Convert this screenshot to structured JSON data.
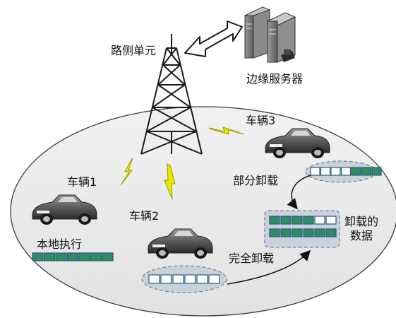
{
  "labels": {
    "rsu": "路侧单元",
    "edge_server": "边缘服务器",
    "vehicle1": "车辆1",
    "vehicle2": "车辆2",
    "vehicle3": "车辆3",
    "local_exec": "本地执行",
    "partial_offload": "部分卸载",
    "full_offload": "完全卸载",
    "offloaded_data": "卸载的\n数据"
  },
  "task_queues": {
    "local": [
      "green",
      "green",
      "green",
      "green",
      "green",
      "green",
      "green"
    ],
    "vehicle2": [
      "white",
      "white",
      "white",
      "white",
      "white",
      "white"
    ],
    "vehicle3": [
      "white",
      "white",
      "white",
      "white",
      "green",
      "green",
      "green"
    ],
    "offloaded_row1": [
      "green",
      "green",
      "green",
      "green",
      "white",
      "white"
    ],
    "offloaded_row2": [
      "green",
      "green",
      "green",
      "green",
      "green",
      "green"
    ]
  },
  "colors": {
    "block_green": "#2e8b63",
    "block_white": "#ffffff",
    "block_border": "#2a5a7a",
    "ellipse_fill": "#e8e8e8",
    "bubble_fill": "#c9d1dc",
    "bolt_fill": "#e8e800"
  }
}
